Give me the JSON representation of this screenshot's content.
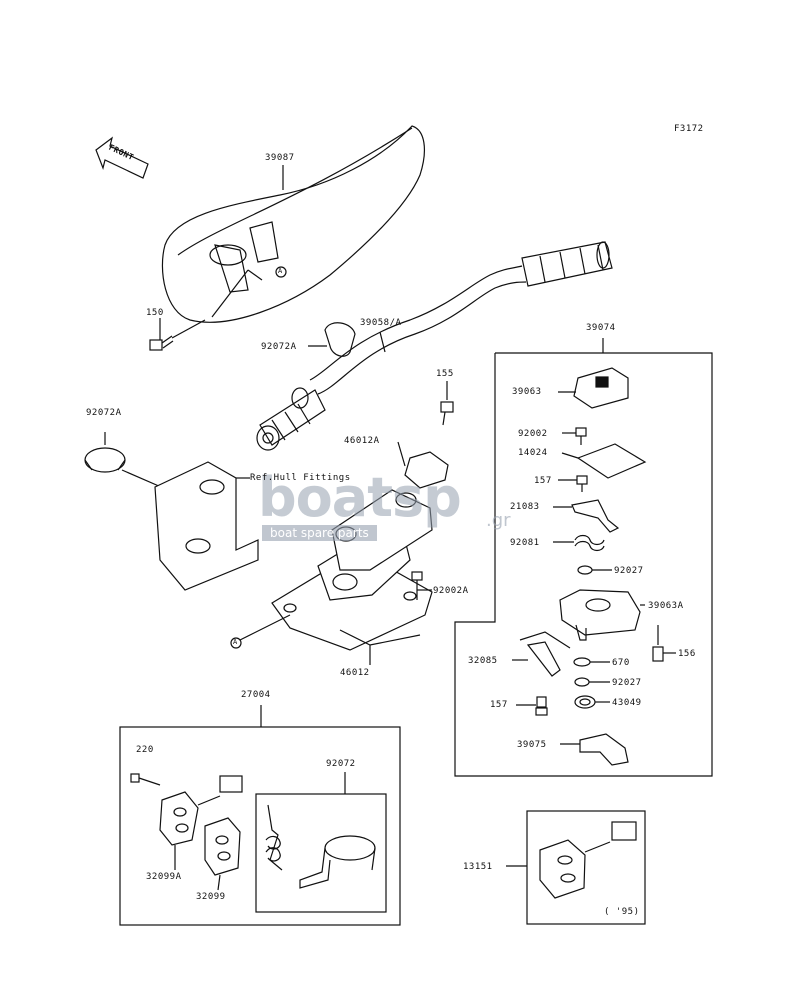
{
  "figure_code": "F3172",
  "front_label": "FRONT",
  "watermark": {
    "title": "boatsp",
    "subtitle": "boat spare parts",
    "suffix": ".gr"
  },
  "ref_note": "Ref.Hull Fittings",
  "circle_ref": "A",
  "revision_note": "( '95)",
  "parts": {
    "p39087": "39087",
    "p150": "150",
    "p39058a": "39058/A",
    "p92072a_top": "92072A",
    "p92072a_left": "92072A",
    "p155": "155",
    "p46012a": "46012A",
    "p92002a": "92002A",
    "p46012": "46012",
    "p39074": "39074",
    "p39063": "39063",
    "p92002": "92002",
    "p14024": "14024",
    "p157a": "157",
    "p21083": "21083",
    "p92081": "92081",
    "p92027a": "92027",
    "p39063a": "39063A",
    "p156": "156",
    "p32085": "32085",
    "p670": "670",
    "p92027b": "92027",
    "p157b": "157",
    "p43049": "43049",
    "p39075": "39075",
    "p27004": "27004",
    "p220": "220",
    "p92072": "92072",
    "p32099a": "32099A",
    "p32099": "32099",
    "p13151": "13151"
  },
  "colors": {
    "line": "#111111",
    "watermark": "#96a0af"
  }
}
